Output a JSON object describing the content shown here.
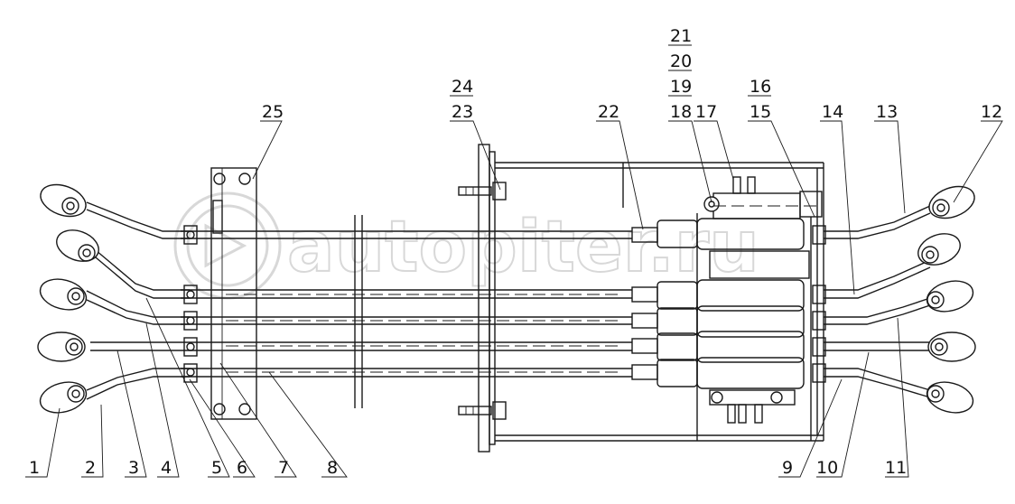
{
  "watermark": {
    "text": "autopiter.ru"
  },
  "labels": {
    "l1": "1",
    "l2": "2",
    "l3": "3",
    "l4": "4",
    "l5": "5",
    "l6": "6",
    "l7": "7",
    "l8": "8",
    "l9": "9",
    "l10": "10",
    "l11": "11",
    "l12": "12",
    "l13": "13",
    "l14": "14",
    "l15": "15",
    "l16": "16",
    "l17": "17",
    "l18": "18",
    "l19": "19",
    "l20": "20",
    "l21": "21",
    "l22": "22",
    "l23": "23",
    "l24": "24",
    "l25": "25"
  }
}
